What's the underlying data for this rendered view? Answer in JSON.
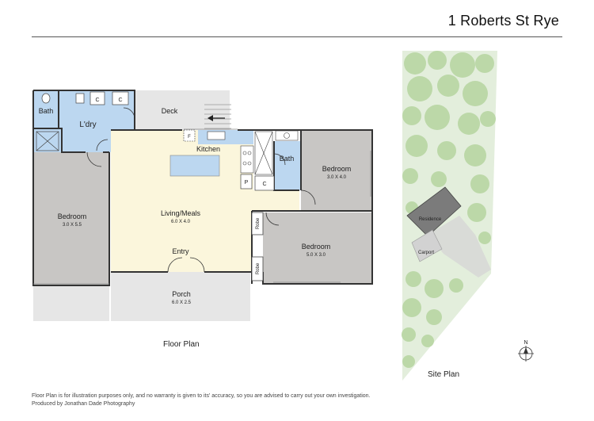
{
  "header": {
    "title": "1 Roberts St Rye"
  },
  "floor_plan": {
    "caption": "Floor Plan",
    "rooms": {
      "bath_left": "Bath",
      "laundry": "L'dry",
      "deck": "Deck",
      "kitchen": "Kitchen",
      "bath_right": "Bath",
      "bedroom_left": {
        "name": "Bedroom",
        "dims": "3.0 X 5.5"
      },
      "living": {
        "name": "Living/Meals",
        "dims": "6.0 X 4.0"
      },
      "bedroom_top_right": {
        "name": "Bedroom",
        "dims": "3.0 X 4.0"
      },
      "bedroom_bottom_right": {
        "name": "Bedroom",
        "dims": "5.0 X 3.0"
      },
      "entry": "Entry",
      "porch": {
        "name": "Porch",
        "dims": "6.0 X 2.5"
      },
      "robe_top": "Robe",
      "robe_bottom": "Robe"
    },
    "fixtures": {
      "cupboard": "C",
      "pantry": "P",
      "fridge": "F"
    }
  },
  "site_plan": {
    "caption": "Site Plan",
    "residence": "Residence",
    "carport": "Carport",
    "north": "N"
  },
  "footer": {
    "disclaimer_line1": "Floor Plan is for illustration purposes only, and no warranty is given to its' accuracy, so you are advised to carry out your own investigation.",
    "disclaimer_line2": "Produced by Jonathan Dade Photography"
  },
  "colors": {
    "blue_rooms": "#bcd7f0",
    "living": "#fbf6dc",
    "bedroom": "#c8c6c4",
    "deck": "#e6e6e6",
    "wall": "#333333",
    "tree": "#bcd8a8",
    "lawn": "#e3eedc"
  }
}
